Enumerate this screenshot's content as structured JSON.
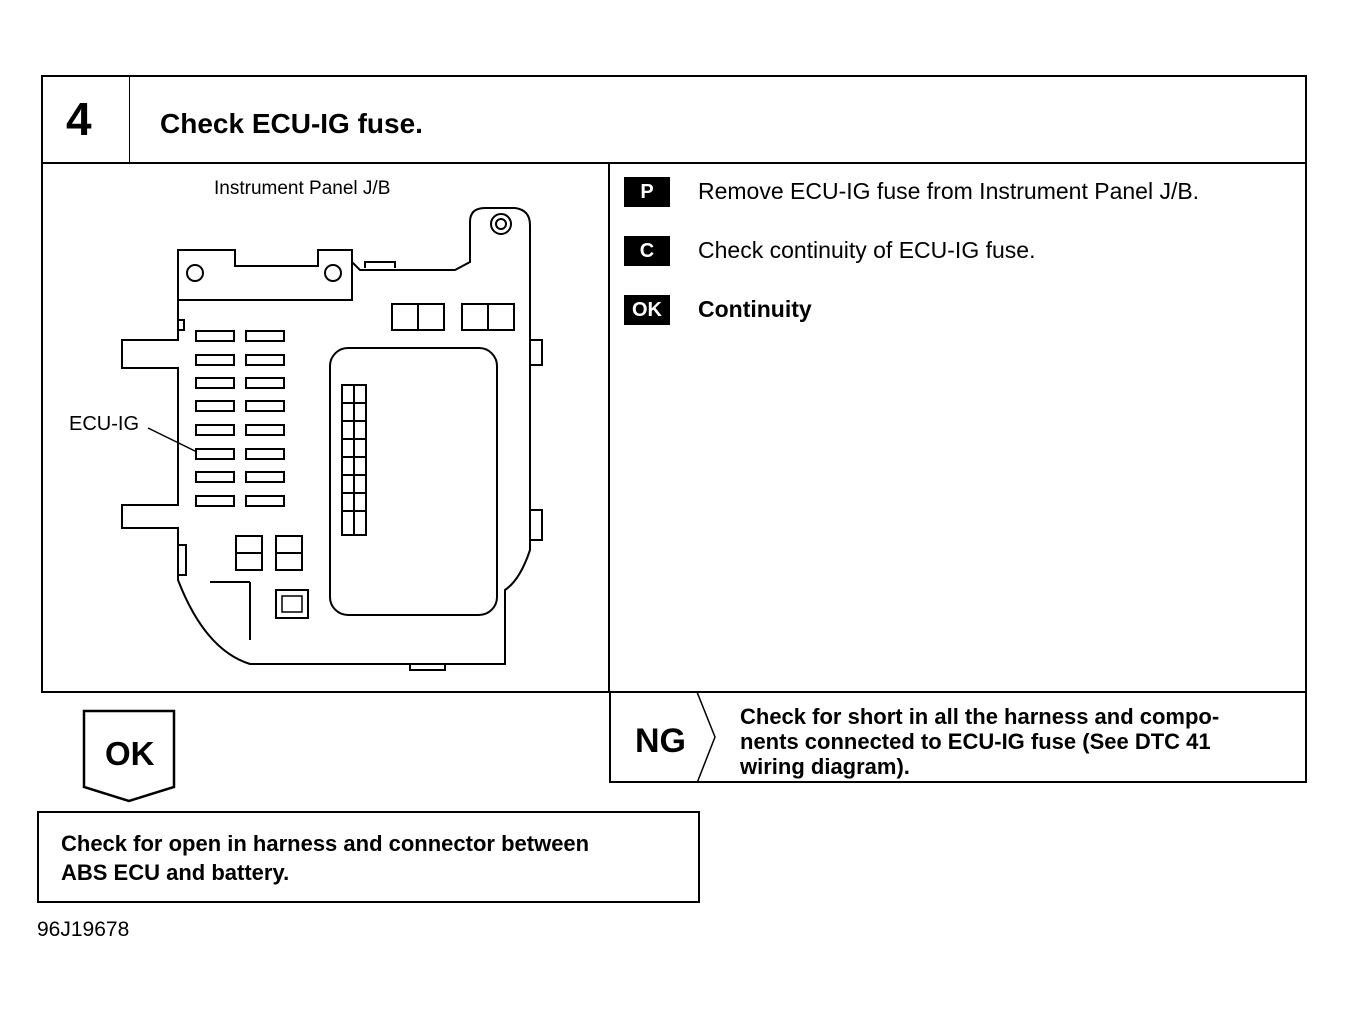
{
  "step": {
    "number": "4",
    "title": "Check ECU-IG fuse."
  },
  "figure": {
    "title": "Instrument Panel J/B",
    "callout_label": "ECU-IG"
  },
  "instructions": [
    {
      "badge": "P",
      "text": "Remove ECU-IG fuse from Instrument Panel J/B.",
      "bold": false
    },
    {
      "badge": "C",
      "text": "Check continuity of ECU-IG fuse.",
      "bold": false
    },
    {
      "badge": "OK",
      "text": "Continuity",
      "bold": true
    }
  ],
  "ng_branch": {
    "label": "NG",
    "lines": [
      "Check for short in all the harness and compo-",
      "nents connected to ECU-IG fuse (See DTC 41",
      "wiring diagram)."
    ]
  },
  "ok_branch": {
    "label": "OK",
    "lines": [
      "Check for open in harness and connector between",
      "ABS ECU and battery."
    ]
  },
  "figure_code": "96J19678"
}
